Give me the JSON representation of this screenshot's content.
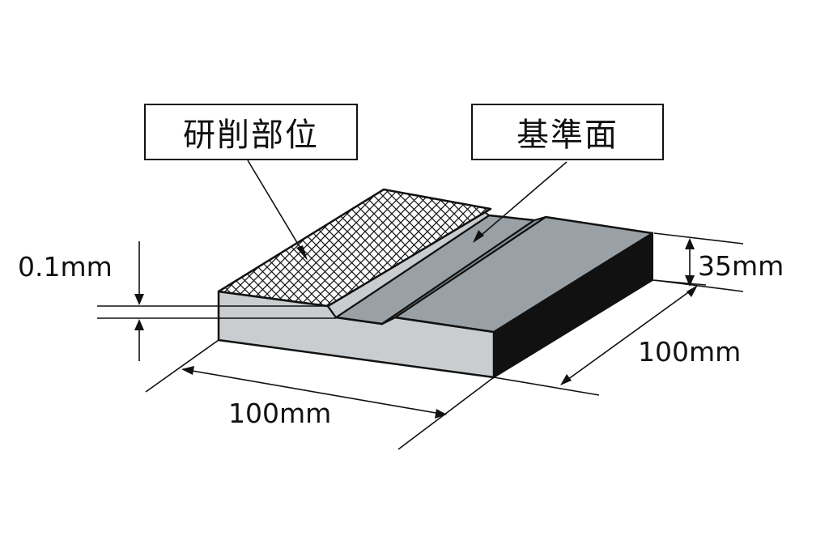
{
  "callouts": {
    "grinding_area": "研削部位",
    "reference_surface": "基準面"
  },
  "dimensions": {
    "grinding_depth": "0.1mm",
    "block_height": "35mm",
    "block_depth": "100mm",
    "block_width": "100mm"
  },
  "colors": {
    "front_face": "#c9cdcf",
    "top_surface": "#9aa1a6",
    "side_face": "#111111",
    "outline": "#111111",
    "hatch": "#111111"
  }
}
